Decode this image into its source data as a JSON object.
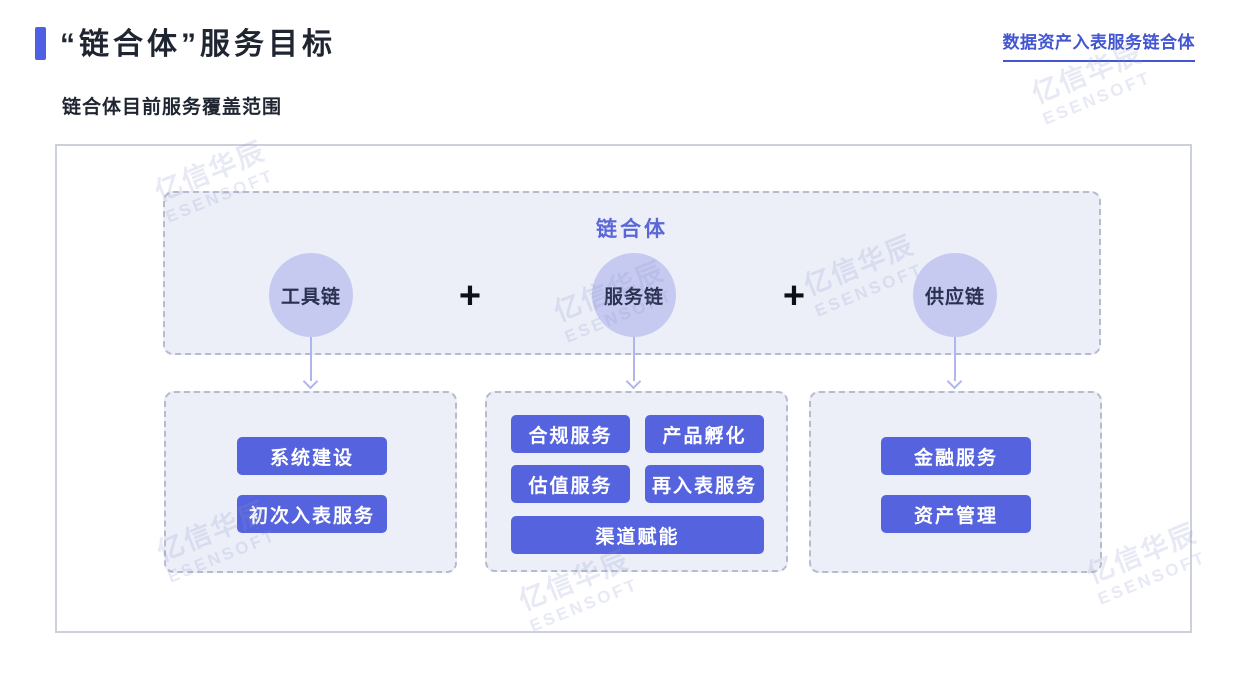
{
  "header": {
    "title": "“链合体”服务目标",
    "link_label": "数据资产入表服务链合体",
    "subtitle": "链合体目前服务覆盖范围"
  },
  "diagram": {
    "group_title": "链合体",
    "plus": "+",
    "chains": [
      {
        "label": "工具链"
      },
      {
        "label": "服务链"
      },
      {
        "label": "供应链"
      }
    ],
    "columns": [
      {
        "name": "tool-chain-services",
        "buttons": [
          {
            "label": "系统建设"
          },
          {
            "label": "初次入表服务"
          }
        ]
      },
      {
        "name": "service-chain-services",
        "buttons": [
          {
            "label": "合规服务"
          },
          {
            "label": "产品孵化"
          },
          {
            "label": "估值服务"
          },
          {
            "label": "再入表服务"
          },
          {
            "label": "渠道赋能"
          }
        ]
      },
      {
        "name": "supply-chain-services",
        "buttons": [
          {
            "label": "金融服务"
          },
          {
            "label": "资产管理"
          }
        ]
      }
    ]
  },
  "watermark": {
    "line1": "亿信华辰",
    "line2": "ESENSOFT"
  },
  "colors": {
    "accent": "#5060e2",
    "chip": "#5564de",
    "circle": "#c6caf1",
    "box-bg": "#edeff8",
    "box-border": "#b7bccd",
    "link": "#4356d2",
    "group-title": "#5a67d8",
    "arrow": "#b0b6ec",
    "text-dark": "#1f2531",
    "watermark": "#8a94cc"
  }
}
